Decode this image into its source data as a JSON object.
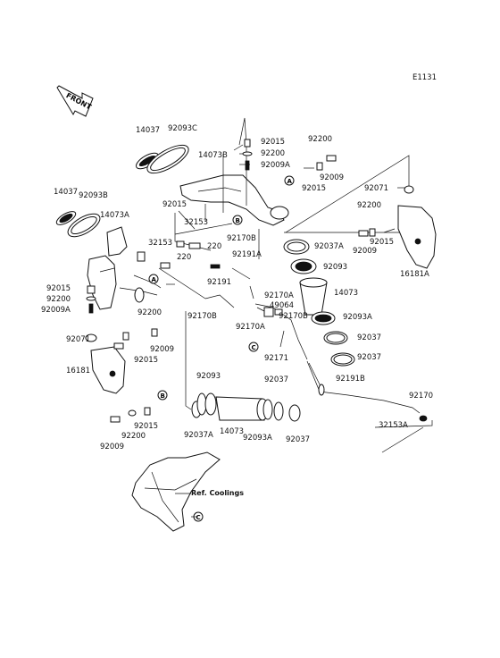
{
  "figure_id": "E1131",
  "front_label": "FRONT",
  "ref_label": "Ref. Coolings",
  "markers": [
    "A",
    "B",
    "C"
  ],
  "parts": [
    {
      "id": "p1",
      "text": "14037"
    },
    {
      "id": "p2",
      "text": "92093C"
    },
    {
      "id": "p3",
      "text": "14073B"
    },
    {
      "id": "p4",
      "text": "92015"
    },
    {
      "id": "p5",
      "text": "92200"
    },
    {
      "id": "p6",
      "text": "92009A"
    },
    {
      "id": "p7",
      "text": "92200"
    },
    {
      "id": "p8",
      "text": "92009"
    },
    {
      "id": "p9",
      "text": "92015"
    },
    {
      "id": "p10",
      "text": "92071"
    },
    {
      "id": "p11",
      "text": "14037"
    },
    {
      "id": "p12",
      "text": "92093B"
    },
    {
      "id": "p13",
      "text": "14073A"
    },
    {
      "id": "p14",
      "text": "92015"
    },
    {
      "id": "p15",
      "text": "32153"
    },
    {
      "id": "p16",
      "text": "32153"
    },
    {
      "id": "p17",
      "text": "220"
    },
    {
      "id": "p18",
      "text": "220"
    },
    {
      "id": "p19",
      "text": "92170B"
    },
    {
      "id": "p20",
      "text": "92191A"
    },
    {
      "id": "p21",
      "text": "92037A"
    },
    {
      "id": "p22",
      "text": "92093"
    },
    {
      "id": "p23",
      "text": "92200"
    },
    {
      "id": "p24",
      "text": "92015"
    },
    {
      "id": "p25",
      "text": "92009"
    },
    {
      "id": "p26",
      "text": "16181A"
    },
    {
      "id": "p27",
      "text": "92015"
    },
    {
      "id": "p28",
      "text": "92200"
    },
    {
      "id": "p29",
      "text": "92009A"
    },
    {
      "id": "p30",
      "text": "92191"
    },
    {
      "id": "p31",
      "text": "92170A"
    },
    {
      "id": "p32",
      "text": "49064"
    },
    {
      "id": "p33",
      "text": "14073"
    },
    {
      "id": "p34",
      "text": "92200"
    },
    {
      "id": "p35",
      "text": "92170B"
    },
    {
      "id": "p36",
      "text": "92170A"
    },
    {
      "id": "p37",
      "text": "92170B"
    },
    {
      "id": "p38",
      "text": "92093A"
    },
    {
      "id": "p39",
      "text": "92071"
    },
    {
      "id": "p40",
      "text": "92009"
    },
    {
      "id": "p41",
      "text": "92015"
    },
    {
      "id": "p42",
      "text": "92037"
    },
    {
      "id": "p43",
      "text": "16181"
    },
    {
      "id": "p44",
      "text": "92171"
    },
    {
      "id": "p45",
      "text": "92037"
    },
    {
      "id": "p46",
      "text": "92093"
    },
    {
      "id": "p47",
      "text": "92037"
    },
    {
      "id": "p48",
      "text": "92191B"
    },
    {
      "id": "p49",
      "text": "92015"
    },
    {
      "id": "p50",
      "text": "92170"
    },
    {
      "id": "p51",
      "text": "92037A"
    },
    {
      "id": "p52",
      "text": "14073"
    },
    {
      "id": "p53",
      "text": "92093A"
    },
    {
      "id": "p54",
      "text": "92037"
    },
    {
      "id": "p55",
      "text": "32153A"
    },
    {
      "id": "p56",
      "text": "92200"
    },
    {
      "id": "p57",
      "text": "92009"
    }
  ]
}
